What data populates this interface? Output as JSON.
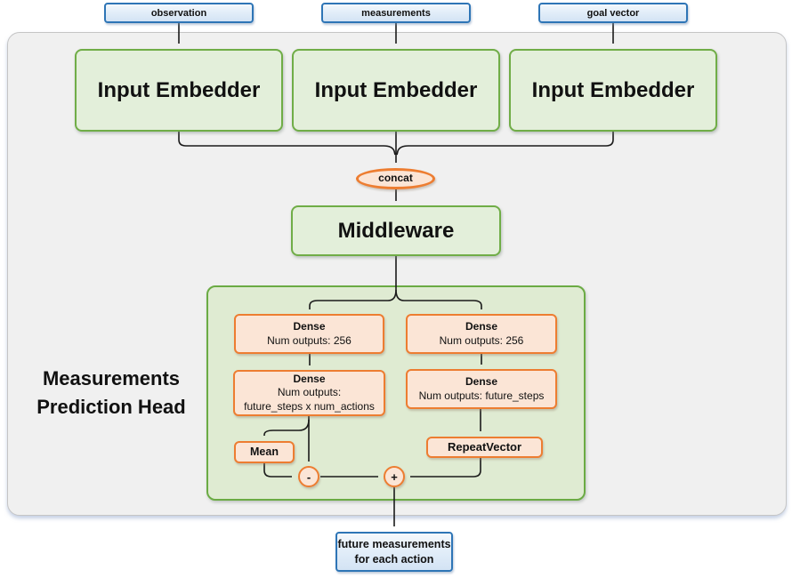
{
  "diagram": {
    "inputs": [
      {
        "label": "observation"
      },
      {
        "label": "measurements"
      },
      {
        "label": "goal vector"
      }
    ],
    "embedders": [
      {
        "label": "Input Embedder"
      },
      {
        "label": "Input Embedder"
      },
      {
        "label": "Input Embedder"
      }
    ],
    "concat": {
      "label": "concat"
    },
    "middleware": {
      "label": "Middleware"
    },
    "head": {
      "title_lines": [
        "Measurements",
        "Prediction Head"
      ],
      "left_branch": {
        "dense1": {
          "title": "Dense",
          "subtitle": "Num outputs: 256"
        },
        "dense2": {
          "title": "Dense",
          "subtitle_line1": "Num outputs:",
          "subtitle_line2": "future_steps x num_actions"
        },
        "mean": {
          "label": "Mean"
        },
        "op": {
          "symbol": "-"
        }
      },
      "right_branch": {
        "dense1": {
          "title": "Dense",
          "subtitle": "Num outputs: 256"
        },
        "dense2": {
          "title": "Dense",
          "subtitle": "Num outputs: future_steps"
        },
        "repeat_vector": {
          "label": "RepeatVector"
        },
        "op": {
          "symbol": "+"
        }
      }
    },
    "output": {
      "label_lines": [
        "future measurements",
        "for each action"
      ]
    },
    "colors": {
      "green_border": "#70AD47",
      "green_fill": "#E3EFDA",
      "head_container_fill": "#DFEBD2",
      "head_container_border": "#6BAB44",
      "orange_border": "#ED7D31",
      "orange_fill": "#FBE5D6",
      "blue_border": "#2E75B6",
      "blue_fill_top": "#F4F8FC",
      "blue_fill_bottom": "#D3E3F4",
      "outer_fill": "#F0F0F0",
      "outer_border": "#C5C5C5",
      "arrow": "#1A1A1A"
    }
  }
}
